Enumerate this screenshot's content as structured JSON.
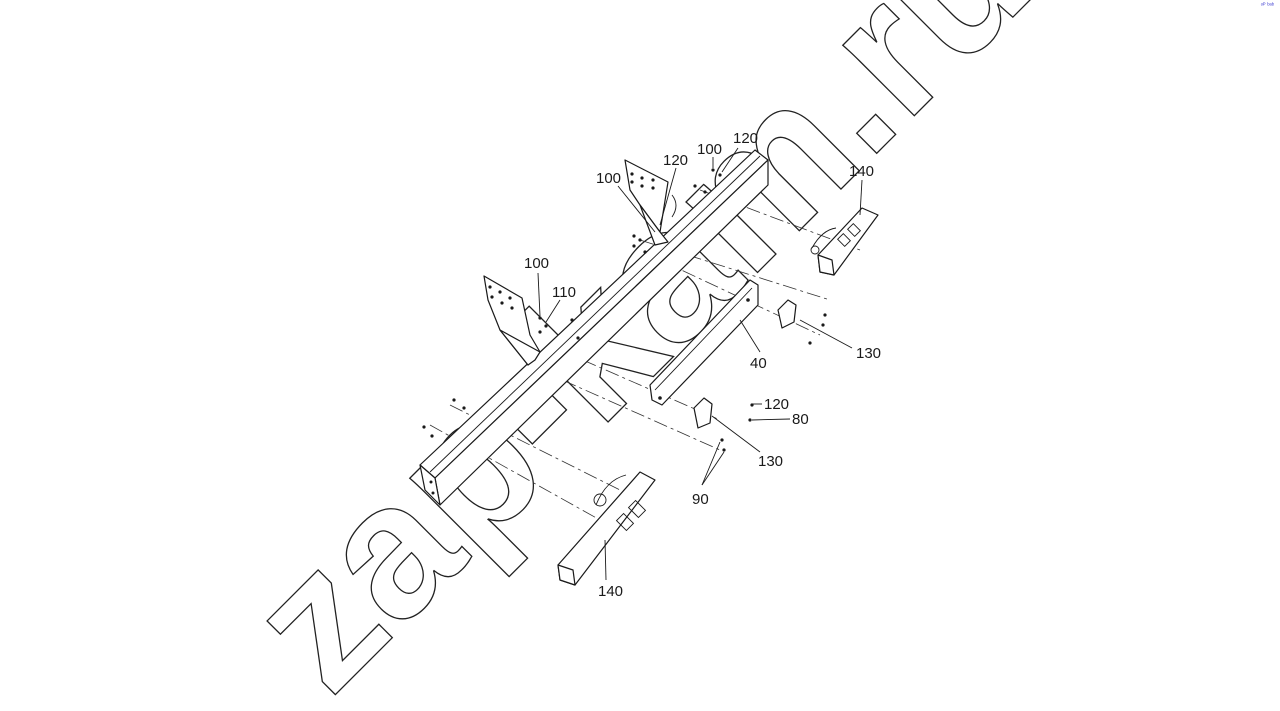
{
  "watermark": {
    "text": "zap-kam.ru"
  },
  "zoom_widget": {
    "label": "ᵒᴾ ᵇᵃᵇ"
  },
  "callouts": [
    {
      "text": "120"
    },
    {
      "text": "100"
    },
    {
      "text": "120"
    },
    {
      "text": "100"
    },
    {
      "text": "140"
    },
    {
      "text": "100"
    },
    {
      "text": "110"
    },
    {
      "text": "130"
    },
    {
      "text": "40"
    },
    {
      "text": "120"
    },
    {
      "text": "80"
    },
    {
      "text": "130"
    },
    {
      "text": "90"
    },
    {
      "text": "140"
    }
  ]
}
